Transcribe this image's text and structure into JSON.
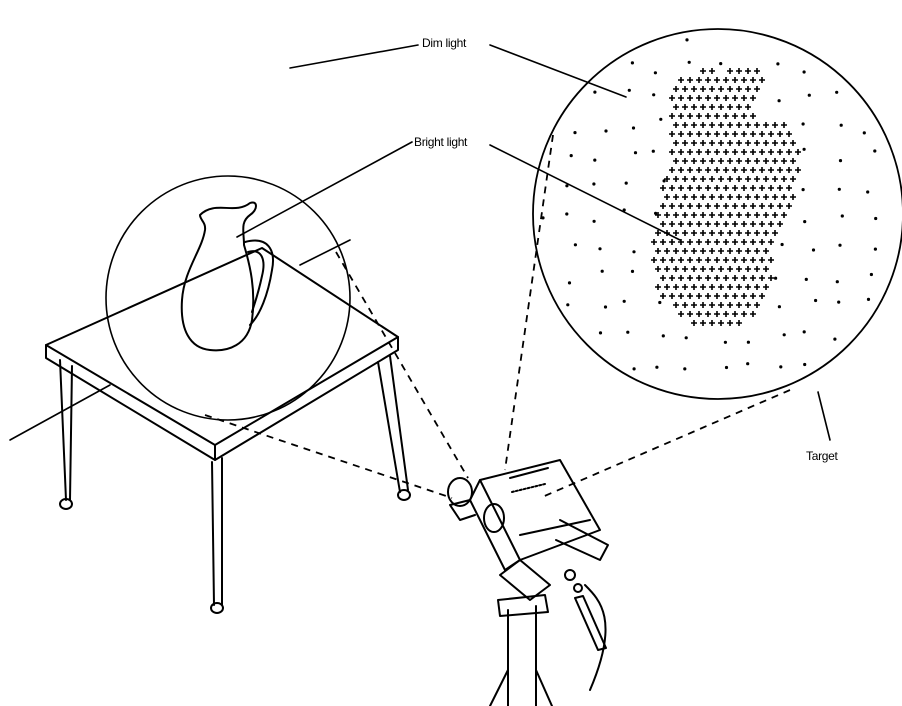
{
  "labels": {
    "dim_light": "Dim light",
    "bright_light": "Bright light",
    "target": "Target"
  },
  "colors": {
    "ink": "#000000",
    "background": "#ffffff"
  }
}
